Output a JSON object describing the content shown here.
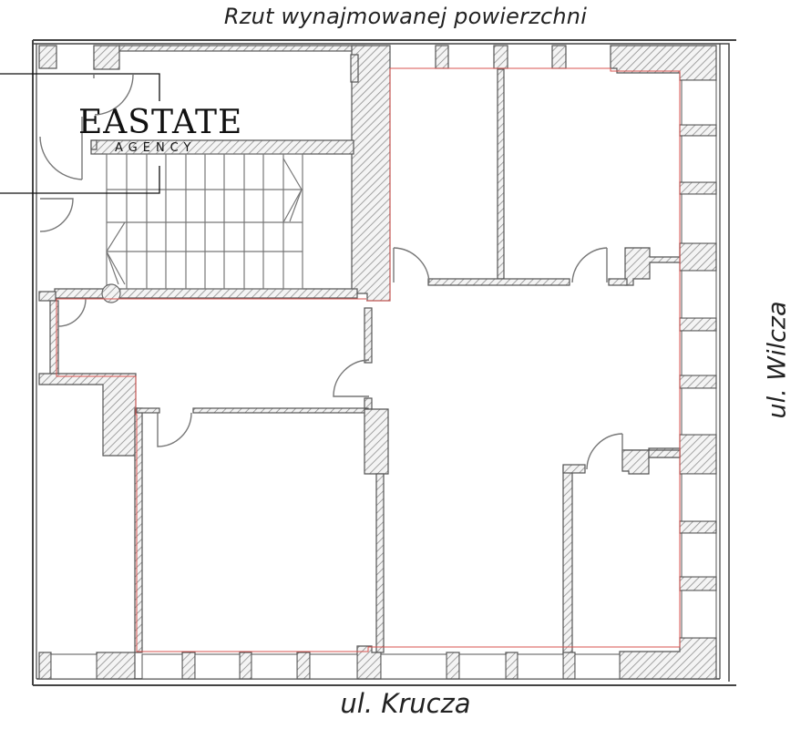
{
  "title": "Rzut wynajmowanej powierzchni",
  "streets": {
    "bottom": "ul. Krucza",
    "right": "ul. Wilcza"
  },
  "logo": {
    "main": "EASTATE",
    "sub": "AGENCY"
  },
  "colors": {
    "wall_stroke": "#555555",
    "hatch": "#9a9a9a",
    "area_outline": "#d9534f",
    "text": "#222222"
  }
}
